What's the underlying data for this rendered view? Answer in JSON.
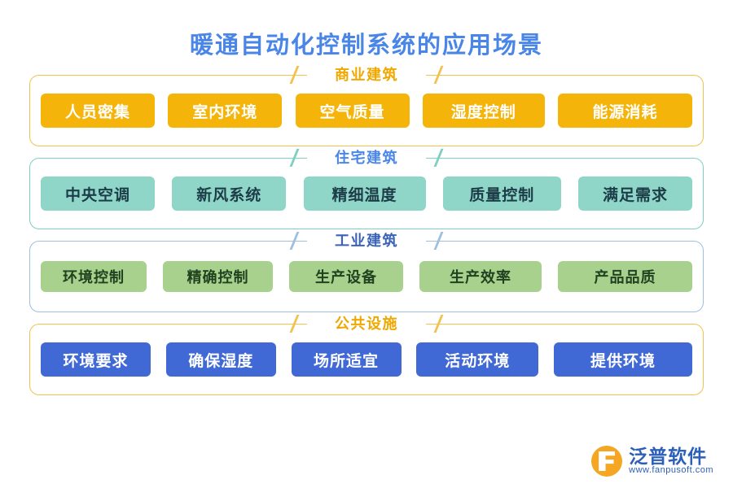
{
  "title": "暖通自动化控制系统的应用场景",
  "groups": [
    {
      "label": "商业建筑",
      "chip_color": "#f5b40a",
      "frame_color": "#f2c14e",
      "label_color": "#f0a800",
      "chips": [
        {
          "label": "人员密集"
        },
        {
          "label": "室内环境"
        },
        {
          "label": "空气质量"
        },
        {
          "label": "湿度控制"
        },
        {
          "label": "能源消耗"
        }
      ]
    },
    {
      "label": "住宅建筑",
      "chip_color": "#8fd6c8",
      "frame_color": "#7ecfc0",
      "label_color": "#4a86e8",
      "chips": [
        {
          "label": "中央空调"
        },
        {
          "label": "新风系统"
        },
        {
          "label": "精细温度"
        },
        {
          "label": "质量控制"
        },
        {
          "label": "满足需求"
        }
      ]
    },
    {
      "label": "工业建筑",
      "chip_color": "#a9d18e",
      "frame_color": "#9dbfe0",
      "label_color": "#3a63b8",
      "chips": [
        {
          "label": "环境控制"
        },
        {
          "label": "精确控制"
        },
        {
          "label": "生产设备"
        },
        {
          "label": "生产效率"
        },
        {
          "label": "产品品质"
        }
      ]
    },
    {
      "label": "公共设施",
      "chip_color": "#4169d6",
      "frame_color": "#f2c14e",
      "label_color": "#f0a800",
      "chips": [
        {
          "label": "环境要求"
        },
        {
          "label": "确保湿度"
        },
        {
          "label": "场所适宜"
        },
        {
          "label": "活动环境"
        },
        {
          "label": "提供环境"
        }
      ]
    }
  ],
  "logo": {
    "name_cn": "泛普软件",
    "url": "www.fanpusoft.com"
  }
}
